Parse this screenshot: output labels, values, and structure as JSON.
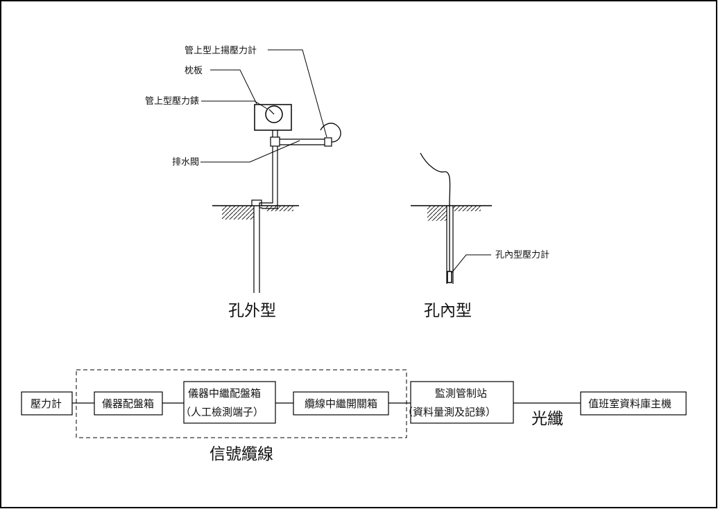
{
  "outside_type": {
    "title": "孔外型",
    "labels": {
      "upload_gauge": "管上型上揚壓力計",
      "pillow_board": "枕板",
      "pressure_meter": "管上型壓力錶",
      "drain_valve": "排水閥"
    }
  },
  "inside_type": {
    "title": "孔內型",
    "labels": {
      "hole_gauge": "孔內型壓力計"
    }
  },
  "flow": {
    "pressure_gauge": "壓力計",
    "instrument_box": "儀器配盤箱",
    "relay_box_line1": "儀器中繼配盤箱",
    "relay_box_line2": "（人工檢測端子）",
    "cable_relay_box": "纜線中繼開關箱",
    "station_line1": "監測管制站",
    "station_line2": "（資料量測及記錄）",
    "host": "值班室資料庫主機",
    "signal_cable": "信號纜線",
    "fiber": "光纖"
  }
}
